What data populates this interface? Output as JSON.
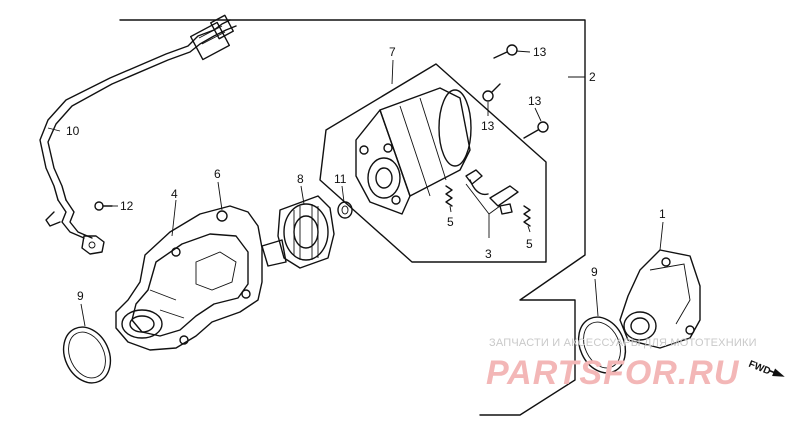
{
  "callouts": [
    {
      "id": "1",
      "text": "1"
    },
    {
      "id": "2",
      "text": "2"
    },
    {
      "id": "3",
      "text": "3"
    },
    {
      "id": "4",
      "text": "4"
    },
    {
      "id": "5a",
      "text": "5"
    },
    {
      "id": "5b",
      "text": "5"
    },
    {
      "id": "6",
      "text": "6"
    },
    {
      "id": "7",
      "text": "7"
    },
    {
      "id": "8",
      "text": "8"
    },
    {
      "id": "9a",
      "text": "9"
    },
    {
      "id": "9b",
      "text": "9"
    },
    {
      "id": "10",
      "text": "10"
    },
    {
      "id": "11",
      "text": "11"
    },
    {
      "id": "12",
      "text": "12"
    },
    {
      "id": "13a",
      "text": "13"
    },
    {
      "id": "13b",
      "text": "13"
    },
    {
      "id": "13c",
      "text": "13"
    }
  ],
  "direction_marker": {
    "text": "FWD"
  },
  "watermark": {
    "tagline": "ЗАПЧАСТИ И АКСЕССУАРЫ ДЛЯ МОТОТЕХНИКИ",
    "brand": "PARTSFOR.RU"
  },
  "colors": {
    "line": "#111111",
    "watermark_brand": "#f3b7b7",
    "watermark_tagline": "#c9c9c9",
    "background": "#ffffff"
  }
}
